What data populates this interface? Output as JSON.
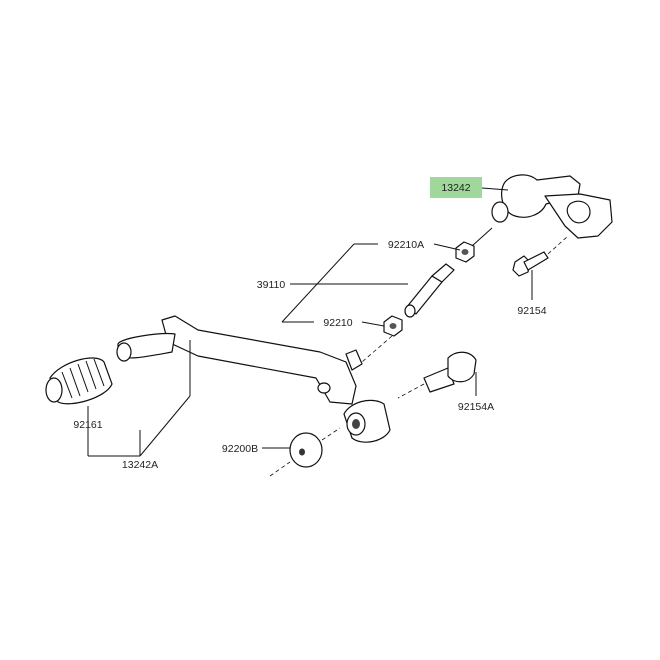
{
  "diagram": {
    "highlight_color": "#9fd89a",
    "labels": {
      "p13242": "13242",
      "p92210a": "92210A",
      "p39110": "39110",
      "p92210": "92210",
      "p92154": "92154",
      "p92154a": "92154A",
      "p92200b": "92200B",
      "p92161": "92161",
      "p13242a": "13242A"
    }
  }
}
